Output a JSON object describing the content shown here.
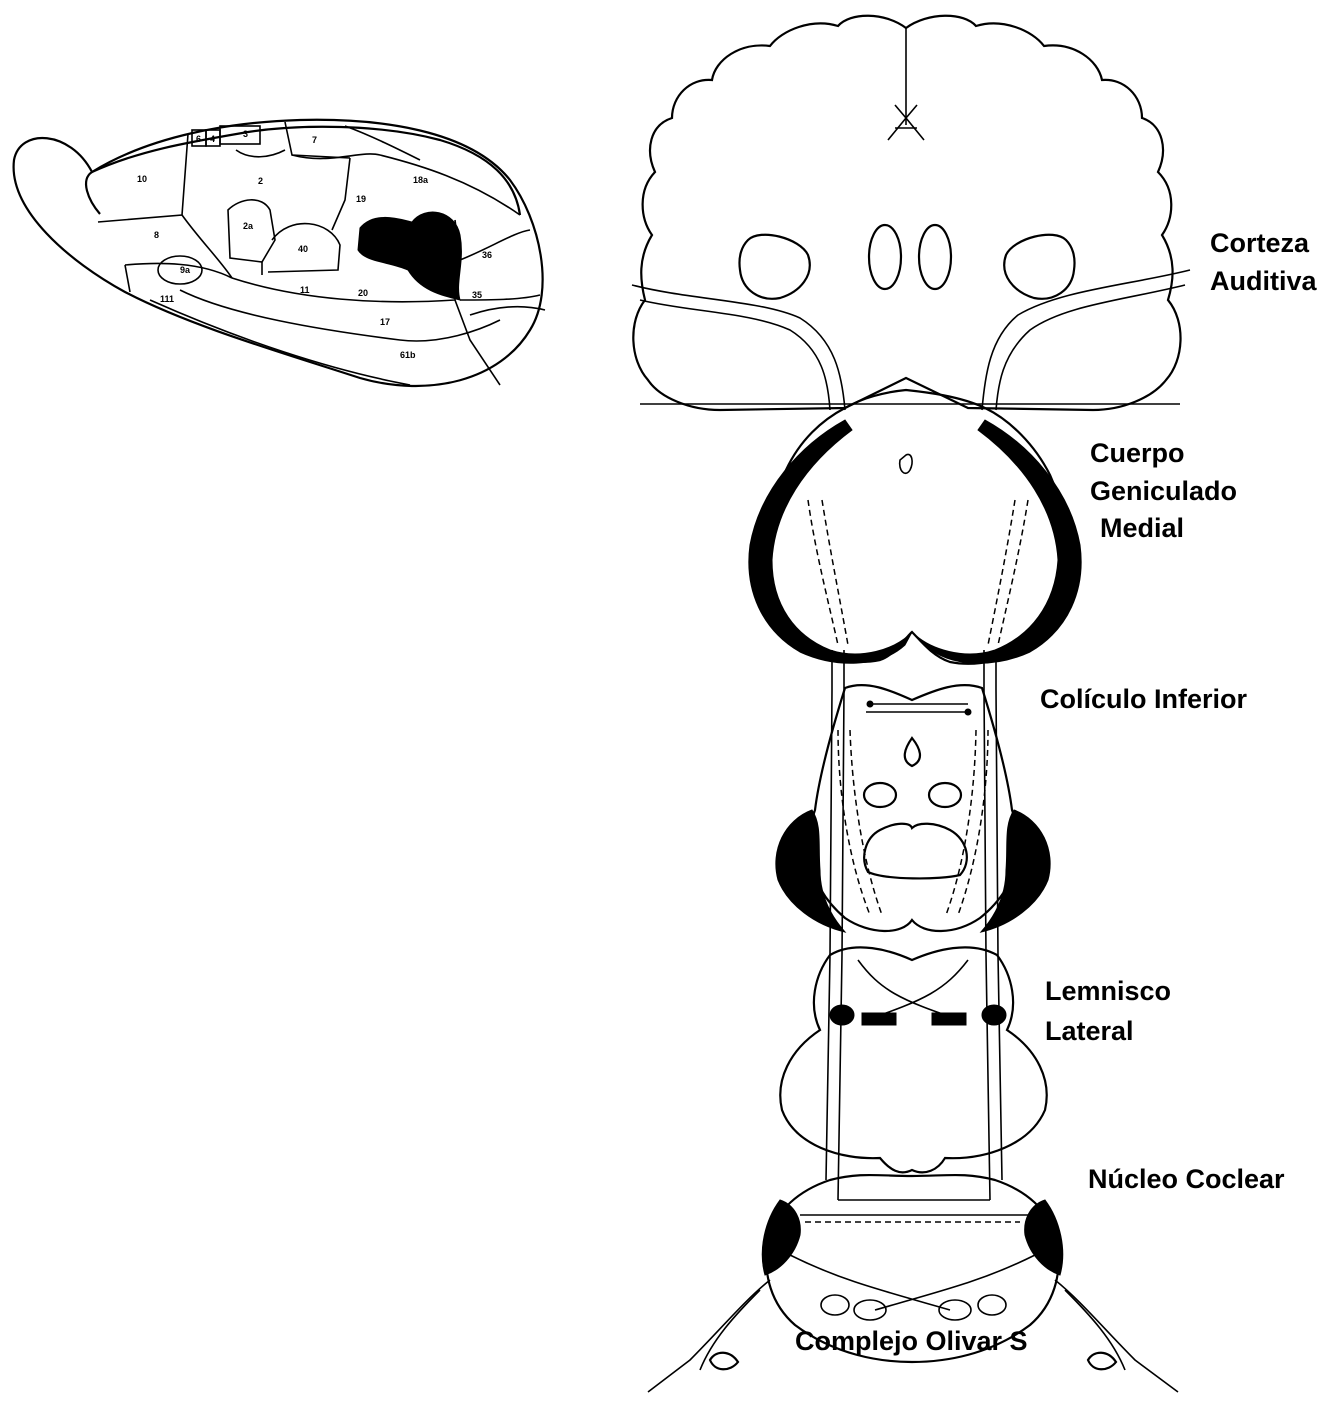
{
  "cortex_map": {
    "area_labels": [
      "10",
      "6",
      "4",
      "3",
      "7",
      "2",
      "2a",
      "40",
      "19",
      "18a",
      "8",
      "9a",
      "111",
      "11",
      "20",
      "17",
      "35",
      "36",
      "61b"
    ]
  },
  "labels": {
    "auditory_cortex": [
      "Corteza",
      "Auditiva"
    ],
    "medial_geniculate": [
      "Cuerpo",
      "Geniculado",
      "Medial"
    ],
    "inferior_colliculus": "Colículo Inferior",
    "lateral_lemniscus": [
      "Lemnisco",
      "Lateral"
    ],
    "cochlear_nucleus": "Núcleo Coclear",
    "superior_olive": "Complejo Olivar S"
  }
}
